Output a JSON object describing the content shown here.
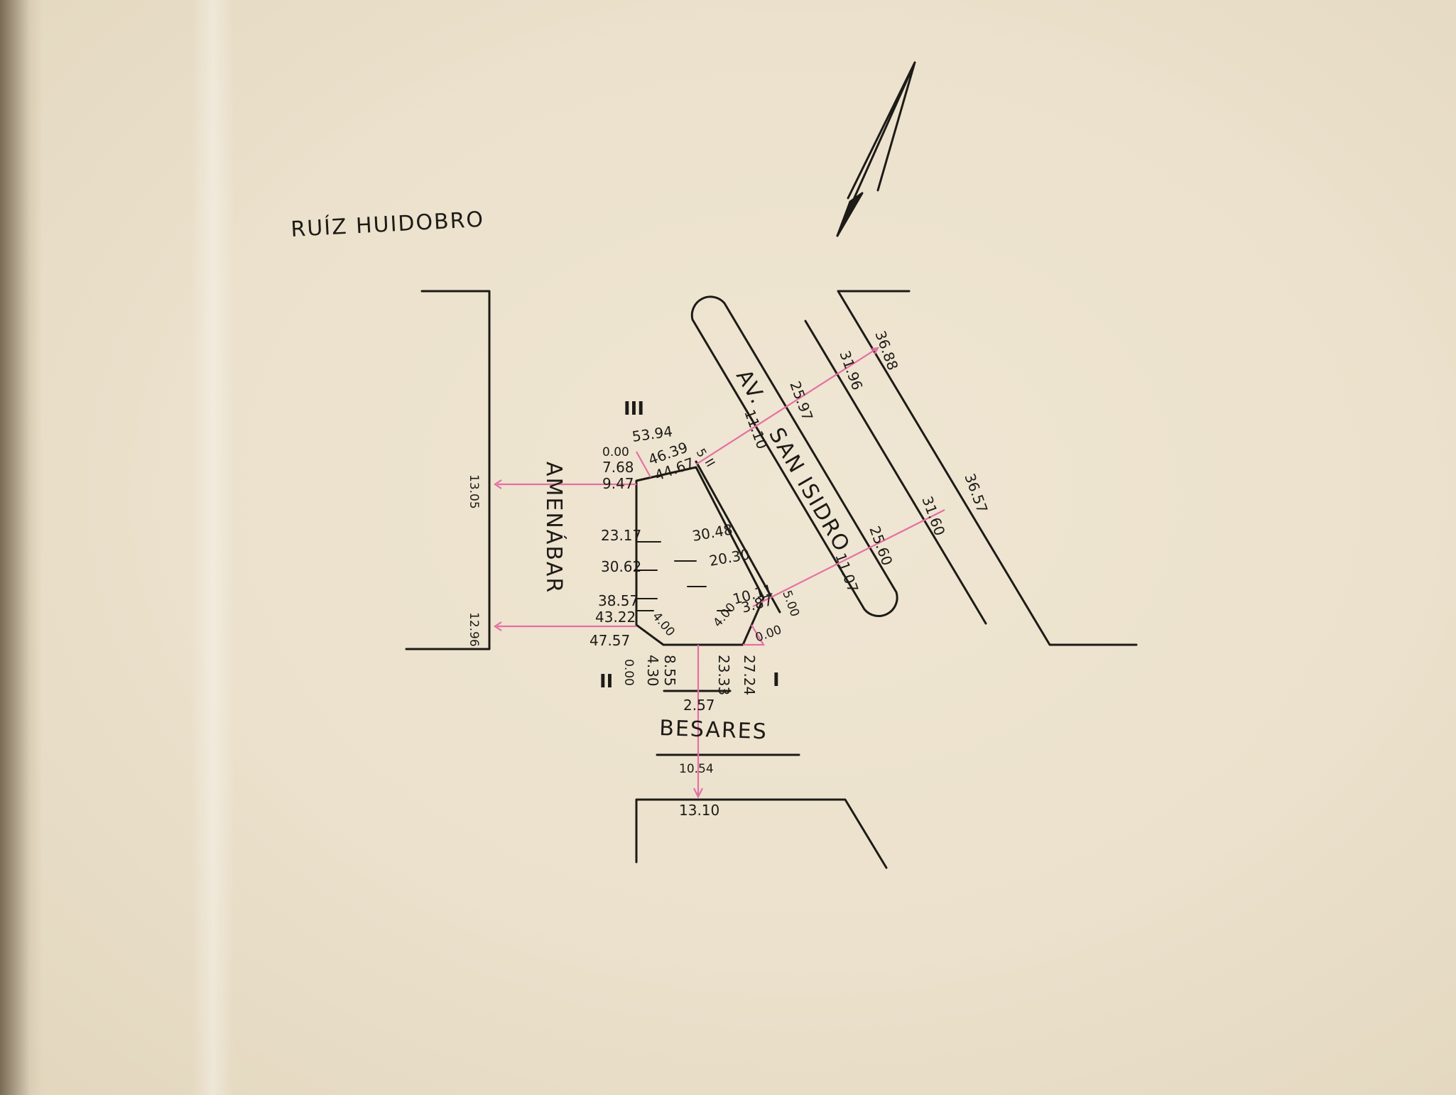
{
  "streets": {
    "ruiz_huidobro": "RUÍZ HUIDOBRO",
    "avenue": "AV.",
    "san_isidro": "SAN ISIDRO",
    "amenabar": "AMENÁBAR",
    "besares": "BESARES"
  },
  "vertices": {
    "one": "I",
    "two": "II",
    "three": "III"
  },
  "dims": {
    "d_53_94": "53.94",
    "d_0_00_top": "0.00",
    "d_7_68": "7.68",
    "d_9_47": "9.47",
    "d_46_39": "46.39",
    "d_44_67": "44.67",
    "d_5_top": "5",
    "d_II_small": "II",
    "d_23_17": "23.17",
    "d_30_62": "30.62",
    "d_38_57": "38.57",
    "d_43_22": "43.22",
    "d_47_57": "47.57",
    "d_4_00_left": "4.00",
    "d_30_48": "30.48",
    "d_20_30": "20.30",
    "d_10_11_edge": "10.11",
    "d_3_87": "3.87",
    "d_4_00_right": "4.00",
    "d_0_00_right": "0.00",
    "d_5_00": "5.00",
    "d_0_00_bottom": "0.00",
    "d_4_30": "4.30",
    "d_8_55": "8.55",
    "d_23_33": "23.33",
    "d_27_24": "27.24",
    "d_2_57": "2.57",
    "d_10_54": "10.54",
    "d_13_10": "13.10",
    "d_13_05": "13.05",
    "d_12_96": "12.96",
    "d_11_10": "11.10",
    "d_25_97": "25.97",
    "d_31_96": "31.96",
    "d_36_88": "36.88",
    "d_11_07": "11.07",
    "d_25_60": "25.60",
    "d_31_60": "31.60",
    "d_36_57": "36.57"
  }
}
